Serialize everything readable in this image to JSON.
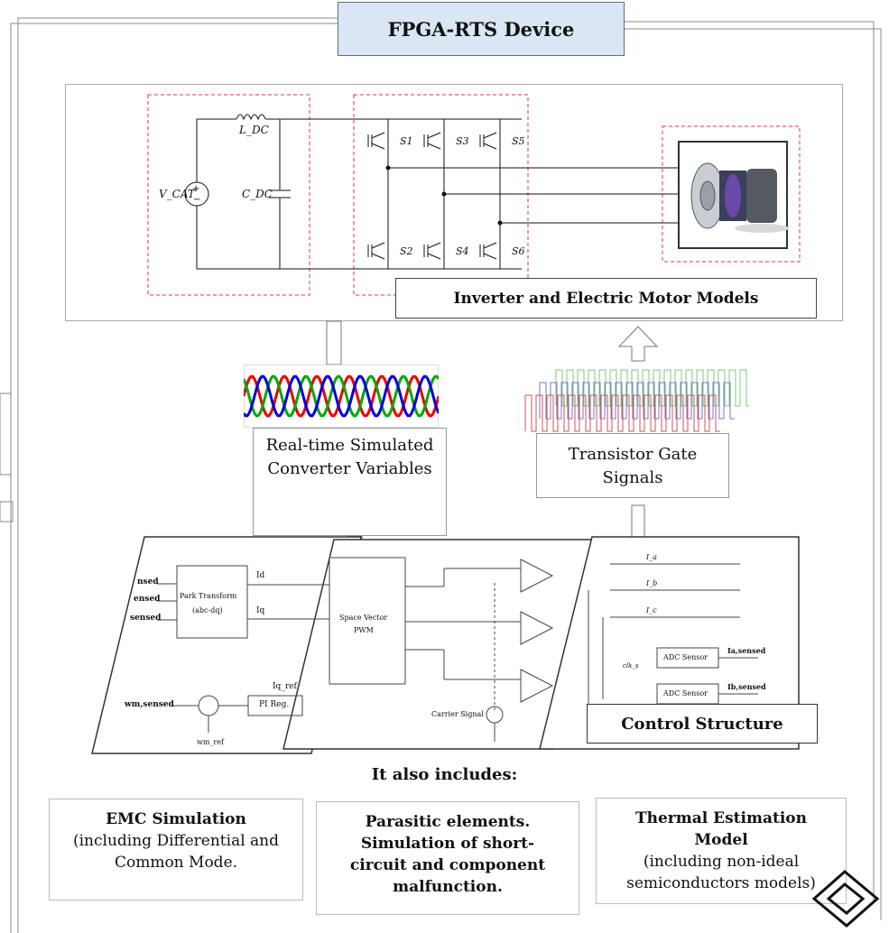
{
  "title": "FPGA-RTS Device",
  "power_stage": {
    "label": "Inverter and Electric Motor Models",
    "source": "V_CAT",
    "inductor": "L_DC",
    "capacitor": "C_DC",
    "switches": [
      "S1",
      "S2",
      "S3",
      "S4",
      "S5",
      "S6"
    ]
  },
  "simulated_variables_label": "Real-time Simulated Converter Variables",
  "gate_signals_label": "Transistor Gate Signals",
  "control": {
    "label": "Control Structure",
    "inputs": [
      "nsed",
      "ensed",
      "sensed"
    ],
    "park_transform": [
      "Park Transform",
      "(abc-dq)"
    ],
    "outputs": [
      "Id",
      "Iq"
    ],
    "speed_input": "wm,sensed",
    "speed_ref": "wm_ref",
    "iq_ref": "Iq_ref",
    "pi_reg": "PI Reg.",
    "svpwm": [
      "Space Vector",
      "PWM"
    ],
    "carrier": "Carrier Signal",
    "currents": [
      "I_a",
      "I_b",
      "I_c"
    ],
    "adc_sensor": "ADC Sensor",
    "adc_outputs": [
      "Ia,sensed",
      "Ib,sensed"
    ],
    "clk": "clk_s"
  },
  "also_includes": "It also includes:",
  "features": {
    "emc_title": "EMC Simulation",
    "emc_desc": "(including Differential and Common Mode.",
    "parasitic": "Parasitic elements. Simulation of short-circuit and component malfunction.",
    "thermal_title": "Thermal Estimation Model",
    "thermal_desc": "(including non-ideal semiconductors models)"
  }
}
